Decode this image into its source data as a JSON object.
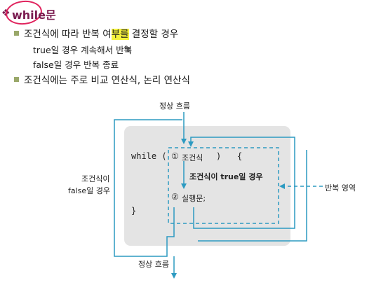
{
  "slide": {
    "title": "while문",
    "bullets": [
      {
        "text": "조건식에 따라 반복 여부를 결정할 경우"
      },
      {
        "text": "조건식에는 주로 비교 연산식, 논리 연산식"
      }
    ],
    "subs": [
      {
        "text": "true일 경우 계속해서 반복"
      },
      {
        "text": "false일 경우 반복 종료"
      }
    ]
  },
  "diagram": {
    "code_while": "while (",
    "cond_marker": "①",
    "cond_label": "조건식",
    "close_paren": ")",
    "open_brace": "{",
    "true_case": "조건식이 true일 경우",
    "exec_marker": "②",
    "exec_label": "실행문;",
    "close_brace": "}",
    "flow_in": "정상 흐름",
    "flow_out": "정상 흐름",
    "false_case_line1": "조건식이",
    "false_case_line2": "false일 경우",
    "loop_area": "반복 영역"
  },
  "colors": {
    "accent": "#2c9ac1",
    "box": "#e4e4e4",
    "title": "#7a1c50",
    "scribble": "#e0245e",
    "highlight": "#f5f23c"
  },
  "icons": [
    "diamond-bullet-icon",
    "pencil-cursor-icon",
    "square-bullet-icon"
  ]
}
